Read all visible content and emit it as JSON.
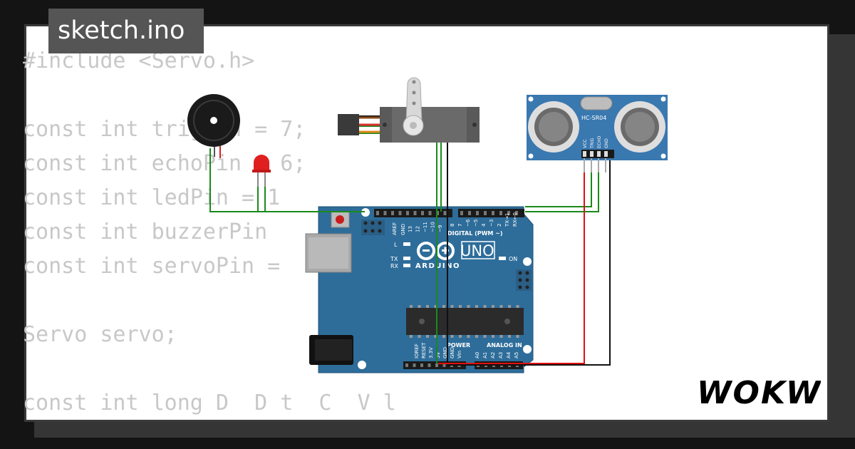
{
  "file_tab": {
    "name": "sketch.ino"
  },
  "code_lines": [
    "#include <Servo.h>",
    "",
    "const int trigPin = 7;",
    "const int echoPin = 6;",
    "const int ledPin = 1",
    "const int buzzerPin",
    "const int servoPin =",
    "",
    "Servo servo;",
    "",
    "const int long D  D t  C  V l"
  ],
  "board": {
    "model": "UNO",
    "brand": "ARDUINO",
    "digital_label": "DIGITAL (PWM ~)",
    "analog_label": "ANALOG IN",
    "power_label": "POWER",
    "on_label": "ON",
    "l_label": "L",
    "tx_label": "TX",
    "rx_label": "RX",
    "aref": "AREF",
    "gnd": "GND",
    "power_pins": [
      "IOREF",
      "RESET",
      "3.3V",
      "5V",
      "GND",
      "GND",
      "Vin"
    ],
    "analog_pins": [
      "A0",
      "A1",
      "A2",
      "A3",
      "A4",
      "A5"
    ],
    "digital_pins": [
      "13",
      "12",
      "~11",
      "~10",
      "~9",
      "8",
      "7",
      "~6",
      "~5",
      "4",
      "~3",
      "2",
      "TX→1",
      "RX←0"
    ]
  },
  "sensor": {
    "model": "HC-SR04",
    "pins": [
      "VCC",
      "TRIG",
      "ECHO",
      "GND"
    ]
  },
  "wire_colors": {
    "green": "#1a8a1a",
    "red": "#e01010",
    "black": "#111111",
    "orange": "#e08a1e"
  },
  "logo": {
    "text": "WOKWi"
  }
}
